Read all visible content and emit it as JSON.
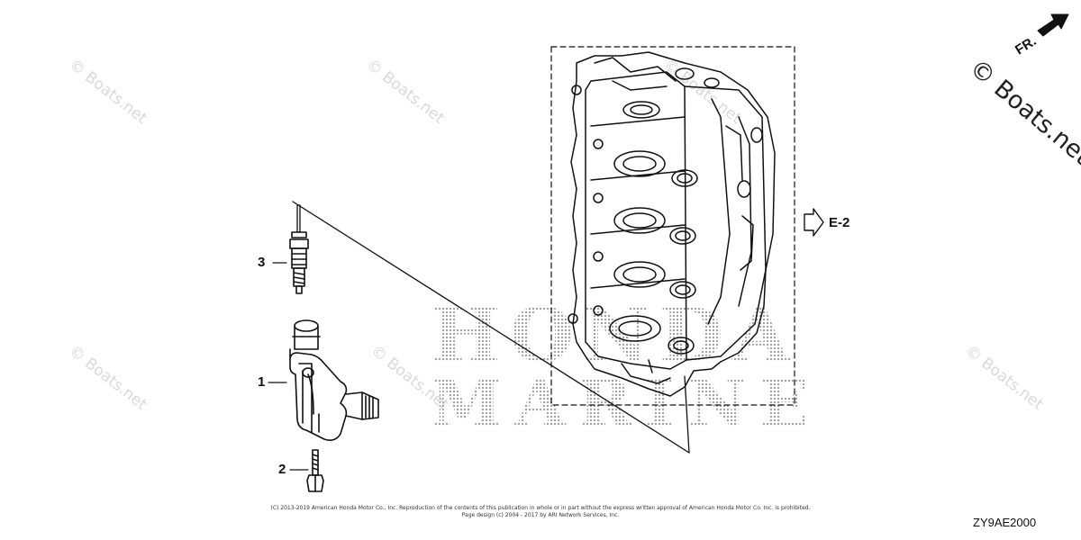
{
  "watermark": {
    "text": "© Boats.net",
    "positions_note": ""
  },
  "brand_watermark": {
    "line1": "HONDA",
    "line2": "MARINE"
  },
  "callouts": [
    {
      "id": "1",
      "label": "1"
    },
    {
      "id": "2",
      "label": "2"
    },
    {
      "id": "3",
      "label": "3"
    }
  ],
  "reference": {
    "label": "E-2"
  },
  "front_indicator": {
    "label": "FR."
  },
  "diagram_code": "ZY9AE2000",
  "copyright": {
    "line1": "(C) 2013-2019 American Honda Motor Co., Inc. Reproduction of the contents of this publication in whole or in part without the express written approval of American Honda Motor Co. Inc. is prohibited.",
    "line2": "Page design (c) 2004 - 2017 by ARI Network Services, Inc."
  }
}
